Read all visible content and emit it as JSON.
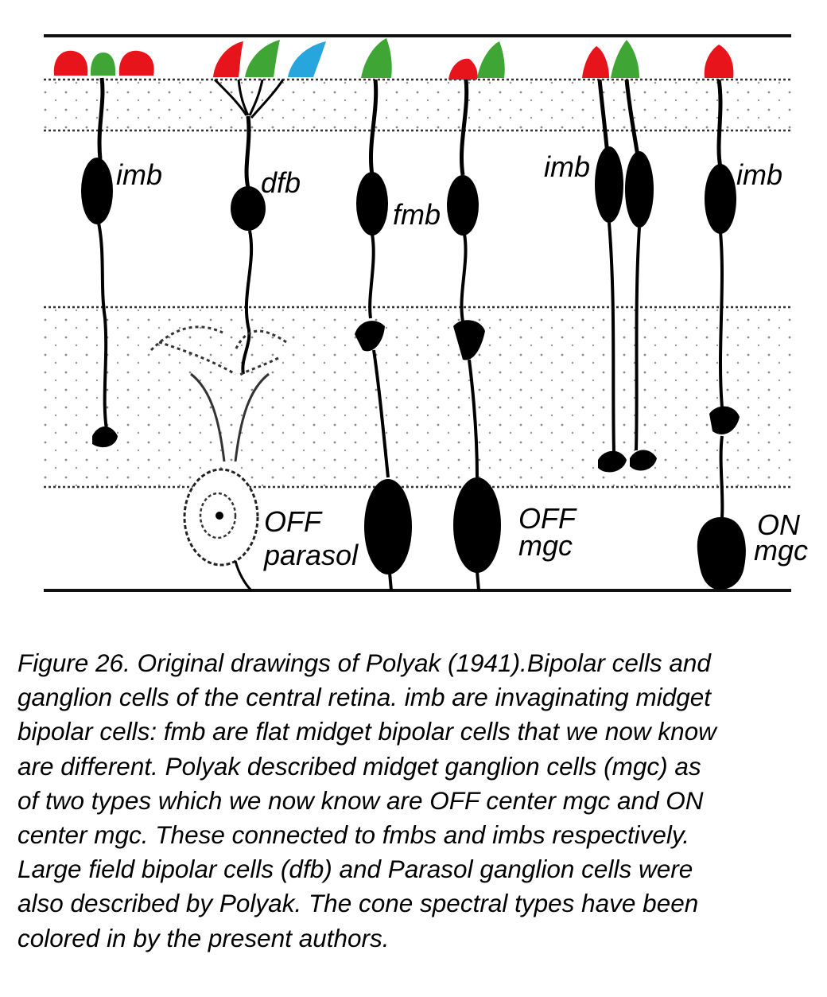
{
  "labels": {
    "imb_1": "imb",
    "dfb": "dfb",
    "fmb": "fmb",
    "imb_2": "imb",
    "imb_3": "imb",
    "off_parasol_line1": "OFF",
    "off_parasol_line2": "parasol",
    "off_mgc_line1": "OFF",
    "off_mgc_line2": "mgc",
    "on_mgc_line1": "ON",
    "on_mgc_line2": "mgc"
  },
  "cone_colors": {
    "red": "#e8141c",
    "green": "#3fa636",
    "blue": "#27a6de"
  },
  "caption": {
    "lines": [
      "Figure 26. Original drawings of Polyak (1941).Bipolar cells and",
      "ganglion cells of the central retina. imb are invaginating midget",
      "bipolar cells: fmb are flat midget bipolar cells that we now know",
      "are different. Polyak described midget ganglion cells (mgc) as",
      "of two types which we now know are OFF center mgc and ON",
      "center mgc. These connected to fmbs and imbs respectively.",
      "Large field bipolar cells (dfb) and Parasol ganglion cells were",
      "also described by Polyak.  The cone spectral types have been",
      "colored in by the present authors."
    ]
  }
}
